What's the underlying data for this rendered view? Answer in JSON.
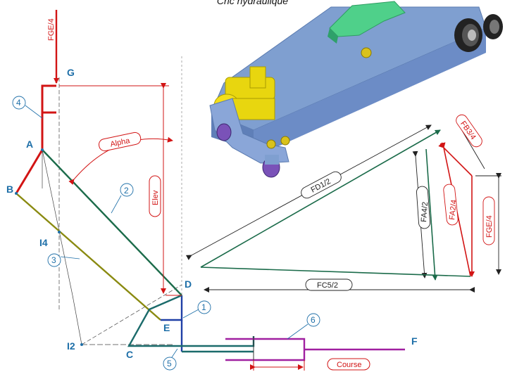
{
  "title": "Cric hydraulique",
  "points": {
    "G": "G",
    "A": "A",
    "B": "B",
    "I4": "I4",
    "I2": "I2",
    "C": "C",
    "D": "D",
    "E": "E",
    "F": "F"
  },
  "parts": [
    "1",
    "2",
    "3",
    "4",
    "5",
    "6"
  ],
  "dimensions": {
    "alpha": "Alpha",
    "elev": "Elev",
    "course": "Course"
  },
  "forces": {
    "fge4_top": "FGE/4",
    "fd12": "FD1/2",
    "fb34": "FB3/4",
    "fa42": "FA4/2",
    "fa24": "FA2/4",
    "fge4_right": "FGE/4",
    "fc52": "FC5/2"
  },
  "colors": {
    "part1": "#1f3fa6",
    "part2": "#1b6b4a",
    "part3": "#8a8a10",
    "part4": "#d21414",
    "part5": "#1b6b6b",
    "part6": "#a020a0",
    "forces": "#d21414",
    "annotation": "#1e6fa8"
  }
}
